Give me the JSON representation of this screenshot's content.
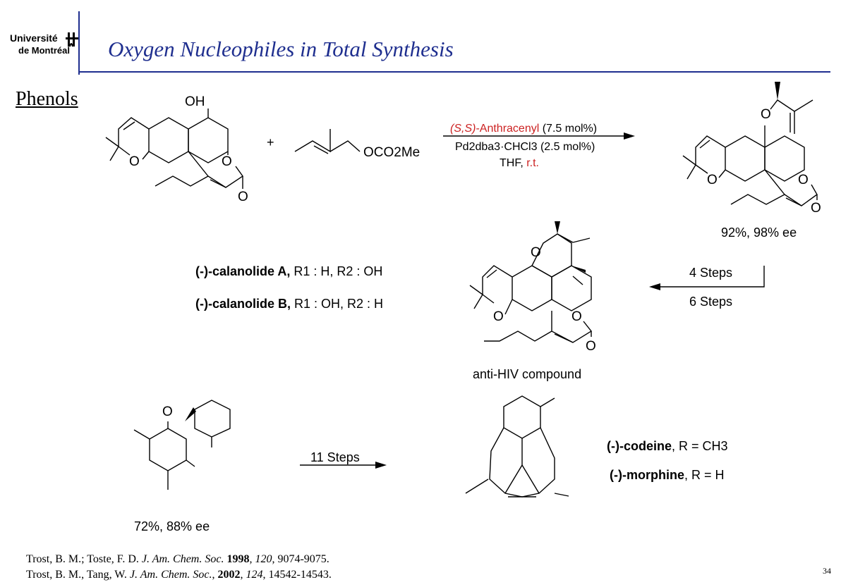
{
  "header": {
    "logo_line1": "Université",
    "logo_line2": "de Montréal",
    "title": "Oxygen Nucleophiles in Total Synthesis",
    "accent_color": "#1f2f8f"
  },
  "section_title": "Phenols",
  "reaction1": {
    "plus": "+",
    "reagent_formula": "OCO2Me",
    "cond_line1_red_a": "(S,S)",
    "cond_line1_red_b": "-Anthracenyl",
    "cond_line1_black": " (7.5 mol%)",
    "cond_line2": "Pd2dba3·CHCl3 (2.5 mol%)",
    "cond_line3_black": "THF, ",
    "cond_line3_red": "r.t.",
    "product_yield": "92%, 98% ee"
  },
  "reaction2": {
    "steps_a": "4 Steps",
    "steps_b": "6 Steps",
    "compound_a_name": "(-)-calanolide A,",
    "compound_a_subst": "R1 : H, R2 : OH",
    "compound_b_name": "(-)-calanolide B,",
    "compound_b_subst": "R1 : OH, R2 : H",
    "caption": "anti-HIV compound"
  },
  "reaction3": {
    "steps": "11 Steps",
    "sm_yield": "72%, 88% ee",
    "product_a_name": "(-)-codeine",
    "product_a_subst": ", R = CH3",
    "product_b_name": "(-)-morphine",
    "product_b_subst": ", R = H"
  },
  "references": [
    {
      "authors": "Trost, B. M.; Toste, F. D. ",
      "journal": "J. Am. Chem. Soc.",
      "year": "1998",
      "volume": "120",
      "pages": "9074-9075."
    },
    {
      "authors": "Trost, B. M., Tang, W. ",
      "journal": "J. Am. Chem. Soc.",
      "year": "2002",
      "volume": "124",
      "pages": "14542-14543."
    }
  ],
  "page_number": "34"
}
